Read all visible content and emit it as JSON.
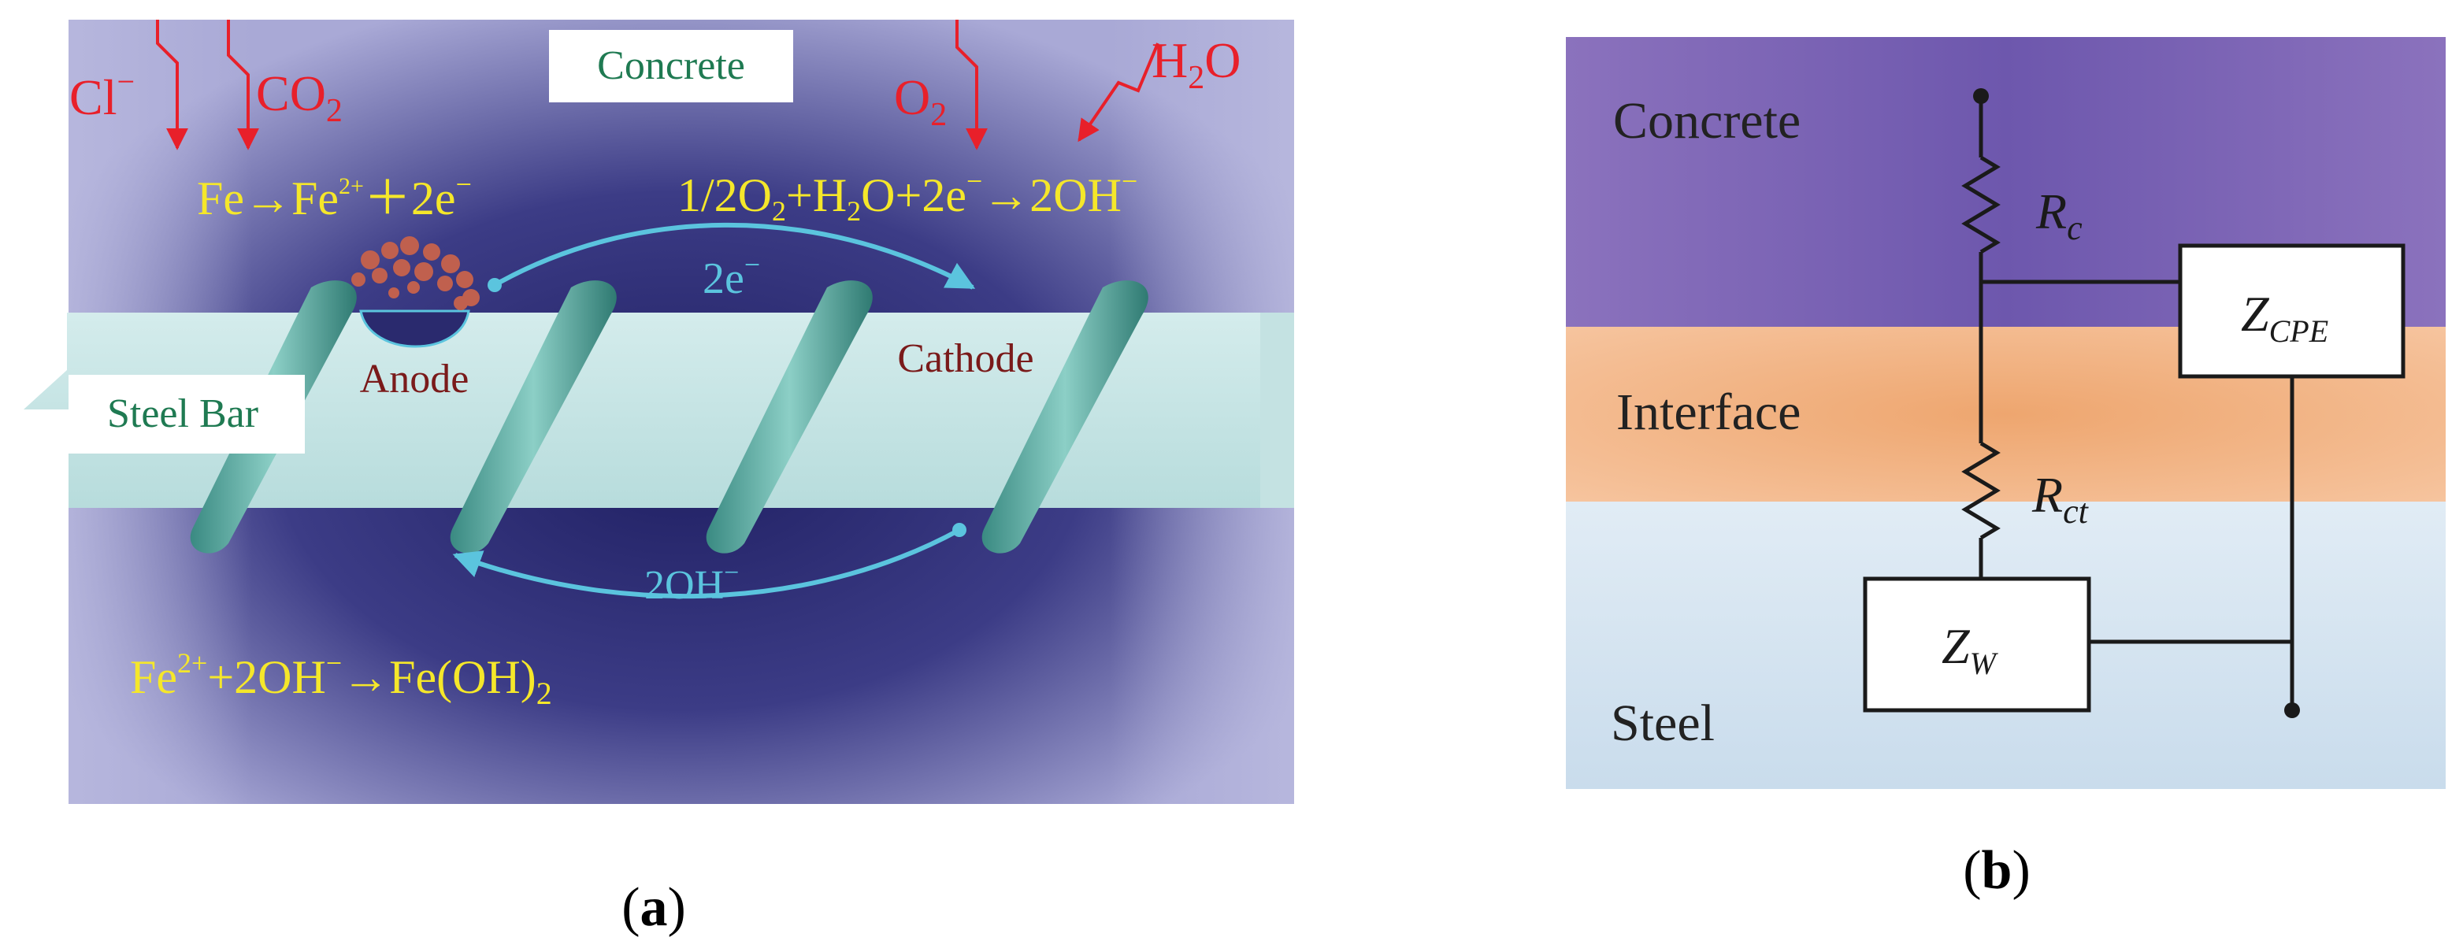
{
  "panel_a": {
    "caption": "a",
    "labels": {
      "concrete": "Concrete",
      "steel_bar": "Steel Bar",
      "anode": "Anode",
      "cathode": "Cathode"
    },
    "species": {
      "cl": "Cl",
      "co2": "CO",
      "o2": "O",
      "h2o_h": "H",
      "h2o_o": "O",
      "sub_2": "2",
      "sup_minus": "−"
    },
    "reactions": {
      "anodic": {
        "part1": "Fe→Fe",
        "sup": "2+",
        "part2": "＋2e",
        "sup2": "−"
      },
      "cathodic": {
        "part1": "1/2O",
        "sub1": "2",
        "part2": "+H",
        "sub2": "2",
        "part3": "O+2e",
        "sup": "−",
        "part4": "→2OH",
        "sup2": "−"
      },
      "precipitation": {
        "part1": "Fe",
        "sup1": "2+",
        "part2": "+2OH",
        "sup2": "−",
        "part3": "→Fe(OH)",
        "sub": "2"
      }
    },
    "flows": {
      "electrons": "2e",
      "electrons_sup": "−",
      "hydroxide": "2OH",
      "hydroxide_sup": "−"
    },
    "colors": {
      "concrete_dark": "#2b2b74",
      "concrete_light": "#b8b8dc",
      "steel": "#c8e6e6",
      "rib": "#4e9e95",
      "species_red": "#e8202a",
      "reaction_yellow": "#f5e72a",
      "flow_cyan": "#5bc4de",
      "label_green": "#1f7a52",
      "label_brown": "#7a1a1a"
    }
  },
  "panel_b": {
    "caption": "b",
    "layers": {
      "concrete": "Concrete",
      "interface": "Interface",
      "steel": "Steel"
    },
    "components": {
      "rc": {
        "main": "R",
        "sub": "c"
      },
      "rct": {
        "main": "R",
        "sub": "ct"
      },
      "zcpe": {
        "main": "Z",
        "sub": "CPE"
      },
      "zw": {
        "main": "Z",
        "sub": "W"
      }
    },
    "colors": {
      "concrete": "#7a62b0",
      "interface": "#f0b285",
      "steel": "#d6e6f2"
    }
  }
}
